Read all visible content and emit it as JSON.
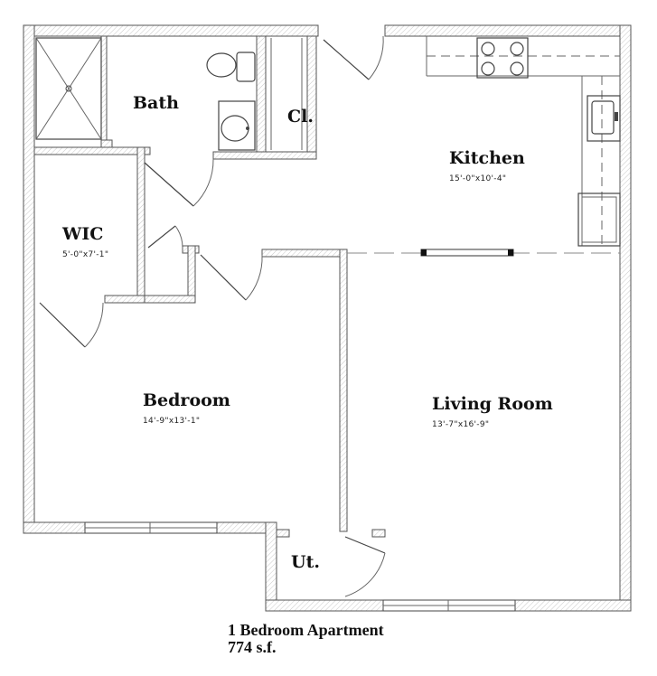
{
  "rooms": {
    "bath": {
      "name": "Bath"
    },
    "closet": {
      "name": "Cl."
    },
    "kitchen": {
      "name": "Kitchen",
      "dims": "15'-0\"x10'-4\""
    },
    "wic": {
      "name": "WIC",
      "dims": "5'-0\"x7'-1\""
    },
    "bedroom": {
      "name": "Bedroom",
      "dims": "14'-9\"x13'-1\""
    },
    "living": {
      "name": "Living Room",
      "dims": "13'-7\"x16'-9\""
    },
    "utility": {
      "name": "Ut."
    }
  },
  "caption": {
    "title": "1 Bedroom Apartment",
    "area": "774 s.f."
  }
}
